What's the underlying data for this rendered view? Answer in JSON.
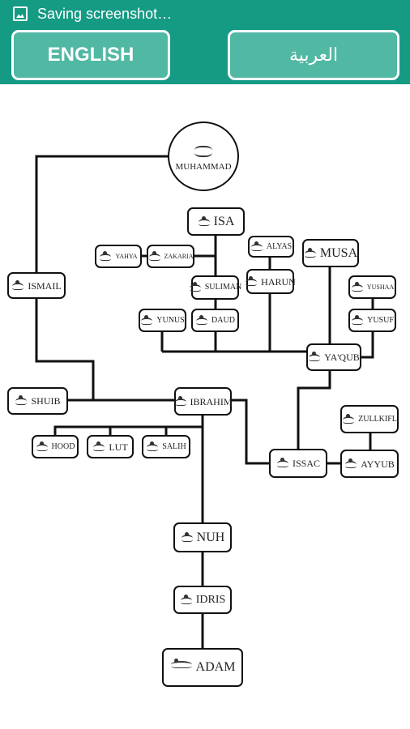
{
  "status_bar": {
    "text": "Saving screenshot…",
    "icon": "image-icon"
  },
  "language_buttons": {
    "english": "ENGLISH",
    "arabic": "العربية"
  },
  "colors": {
    "toolbar": "#159a84",
    "button_fill": "#51b8a4",
    "button_border": "#ffffff",
    "line": "#111111"
  },
  "tree": {
    "muhammad": "MUHAMMAD",
    "isa": "ISA",
    "yahya": "YAHYA",
    "zakaria": "ZAKARIA",
    "alyas": "ALYAS",
    "musa": "MUSA",
    "suliman": "SULIMAN",
    "harun": "HARUN",
    "yushaa": "YUSHAA",
    "ismail": "ISMAIL",
    "yunus": "YUNUS",
    "daud": "DAUD",
    "yusuf": "YUSUF",
    "yaqub": "YA'QUB",
    "shuib": "SHUIB",
    "ibrahim": "IBRAHIM",
    "zullkifl": "ZULLKIFL",
    "hood": "HOOD",
    "lut": "LUT",
    "salih": "SALIH",
    "issac": "ISSAC",
    "ayyub": "AYYUB",
    "nuh": "NUH",
    "idris": "IDRIS",
    "adam": "ADAM"
  }
}
